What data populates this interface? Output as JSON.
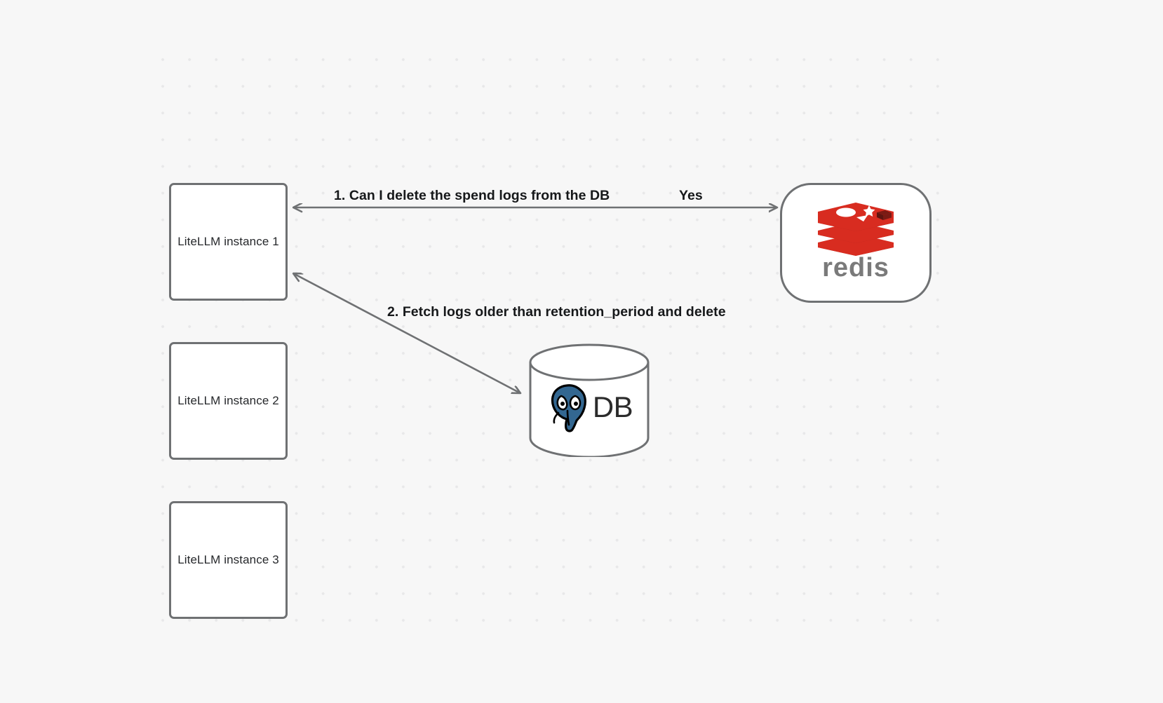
{
  "canvas": {
    "background_color": "#f7f7f7",
    "grid_dot_color": "#e8e8e9"
  },
  "nodes": {
    "instance_1": {
      "label": "LiteLLM instance 1"
    },
    "instance_2": {
      "label": "LiteLLM instance 2"
    },
    "instance_3": {
      "label": "LiteLLM instance 3"
    },
    "redis": {
      "label": "redis",
      "brand_color": "#d82c20",
      "wordmark_color": "#7a7a7a"
    },
    "database": {
      "label": "DB",
      "brand_color": "#336791"
    }
  },
  "edges": {
    "step_1_label": "1.  Can I delete the spend logs from the DB",
    "answer_label": "Yes",
    "step_2_label": "2.  Fetch logs older than retention_period and delete",
    "line_color": "#6f7173"
  }
}
